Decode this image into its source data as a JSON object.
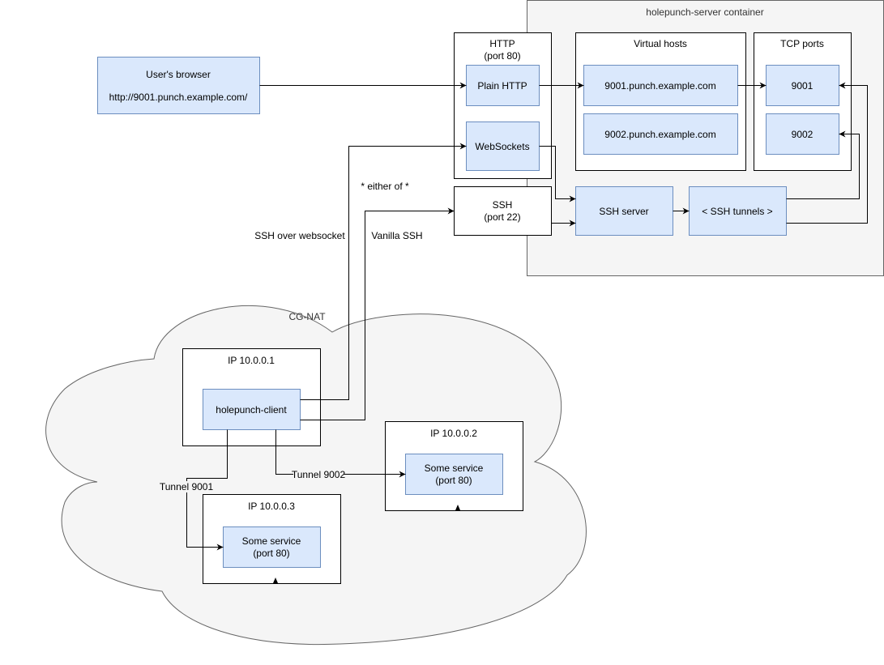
{
  "container": {
    "title": "holepunch-server container"
  },
  "browser": {
    "line1": "User's browser",
    "line2": "http://9001.punch.example.com/"
  },
  "http_group": {
    "line1": "HTTP",
    "line2": "(port 80)"
  },
  "plain_http": {
    "label": "Plain HTTP"
  },
  "websockets": {
    "label": "WebSockets"
  },
  "ssh_group": {
    "line1": "SSH",
    "line2": "(port 22)"
  },
  "virtual_hosts": {
    "title": "Virtual hosts",
    "host1": "9001.punch.example.com",
    "host2": "9002.punch.example.com"
  },
  "tcp_ports": {
    "title": "TCP ports",
    "port1": "9001",
    "port2": "9002"
  },
  "ssh_server": {
    "label": "SSH server"
  },
  "ssh_tunnels": {
    "label": "< SSH tunnels >"
  },
  "edges": {
    "either_of": "* either of *",
    "ssh_over_ws": "SSH over websocket",
    "vanilla_ssh": "Vanilla SSH",
    "tunnel_9001": "Tunnel 9001",
    "tunnel_9002": "Tunnel 9002"
  },
  "cgnat": {
    "label": "CG-NAT"
  },
  "host1": {
    "title": "IP 10.0.0.1",
    "client": "holepunch-client"
  },
  "host2": {
    "title": "IP 10.0.0.2",
    "service_line1": "Some service",
    "service_line2": "(port 80)"
  },
  "host3": {
    "title": "IP 10.0.0.3",
    "service_line1": "Some service",
    "service_line2": "(port 80)"
  }
}
